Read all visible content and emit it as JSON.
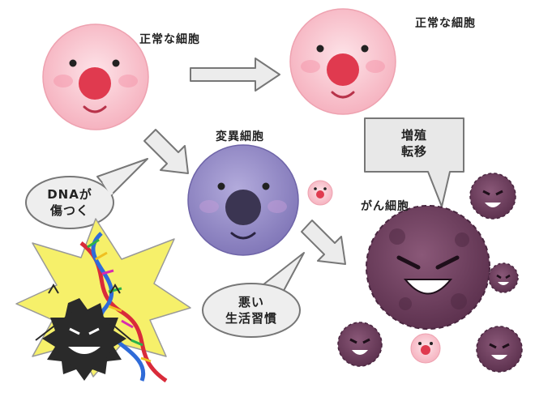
{
  "labels": {
    "normal_cell_1": "正常な細胞",
    "normal_cell_2": "正常な細胞",
    "mutated_cell": "変異細胞",
    "cancer_cell": "がん細胞"
  },
  "callouts": {
    "dna_damage": [
      "DNAが",
      "傷つく"
    ],
    "bad_habits": [
      "悪い",
      "生活習慣"
    ],
    "proliferation": [
      "増殖",
      "転移"
    ]
  },
  "colors": {
    "normal_cell": "#f7b9c4",
    "normal_nose": "#e03a4f",
    "mutated_cell": "#8f86c4",
    "mutated_nose": "#3b3552",
    "cancer_cell": "#6a3c5a",
    "arrow_fill": "#ececec",
    "arrow_stroke": "#777777",
    "burst": "#f6f06a",
    "virus": "#2a2a2a"
  },
  "icons": [
    "dna-helix-icon",
    "virus-icon",
    "cancer-cell-icon"
  ]
}
